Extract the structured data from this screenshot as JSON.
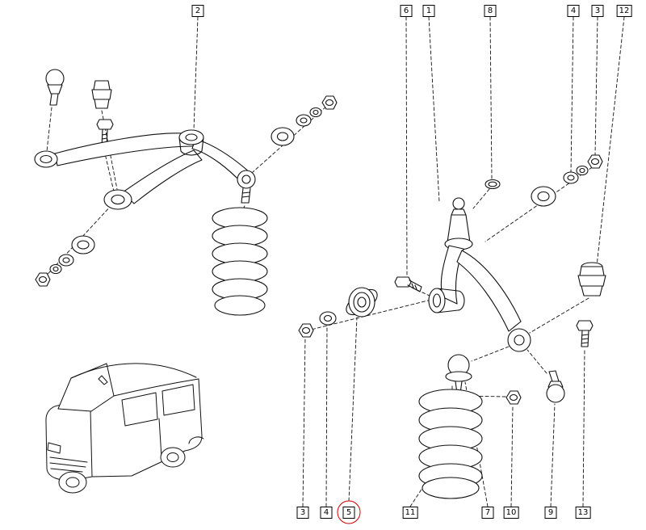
{
  "diagram": {
    "kind": "exploded-parts-diagram",
    "background": "#ffffff",
    "line_color": "#111111",
    "highlight_color": "#d40000",
    "callouts": [
      {
        "id": "top-2",
        "label": "2",
        "edge": "top",
        "highlighted": false
      },
      {
        "id": "top-6",
        "label": "6",
        "edge": "top",
        "highlighted": false
      },
      {
        "id": "top-1",
        "label": "1",
        "edge": "top",
        "highlighted": false
      },
      {
        "id": "top-8",
        "label": "8",
        "edge": "top",
        "highlighted": false
      },
      {
        "id": "top-4",
        "label": "4",
        "edge": "top",
        "highlighted": false
      },
      {
        "id": "top-3",
        "label": "3",
        "edge": "top",
        "highlighted": false
      },
      {
        "id": "top-12",
        "label": "12",
        "edge": "top",
        "highlighted": false
      },
      {
        "id": "bottom-3",
        "label": "3",
        "edge": "bottom",
        "highlighted": false
      },
      {
        "id": "bottom-4",
        "label": "4",
        "edge": "bottom",
        "highlighted": false
      },
      {
        "id": "bottom-5",
        "label": "5",
        "edge": "bottom",
        "highlighted": true
      },
      {
        "id": "bottom-11",
        "label": "11",
        "edge": "bottom",
        "highlighted": false
      },
      {
        "id": "bottom-7",
        "label": "7",
        "edge": "bottom",
        "highlighted": false
      },
      {
        "id": "bottom-10",
        "label": "10",
        "edge": "bottom",
        "highlighted": false
      },
      {
        "id": "bottom-9",
        "label": "9",
        "edge": "bottom",
        "highlighted": false
      },
      {
        "id": "bottom-13",
        "label": "13",
        "edge": "bottom",
        "highlighted": false
      }
    ],
    "parts": [
      {
        "number": "1",
        "shape": "control-arm-link"
      },
      {
        "number": "2",
        "shape": "arm-bushing"
      },
      {
        "number": "3",
        "shape": "nut"
      },
      {
        "number": "4",
        "shape": "washer"
      },
      {
        "number": "5",
        "shape": "bushing"
      },
      {
        "number": "6",
        "shape": "bolt"
      },
      {
        "number": "7",
        "shape": "ball-joint"
      },
      {
        "number": "8",
        "shape": "seal-ring"
      },
      {
        "number": "9",
        "shape": "ball-joint"
      },
      {
        "number": "10",
        "shape": "nut"
      },
      {
        "number": "11",
        "shape": "coil-spring"
      },
      {
        "number": "12",
        "shape": "bump-stop"
      },
      {
        "number": "13",
        "shape": "bolt"
      }
    ]
  }
}
